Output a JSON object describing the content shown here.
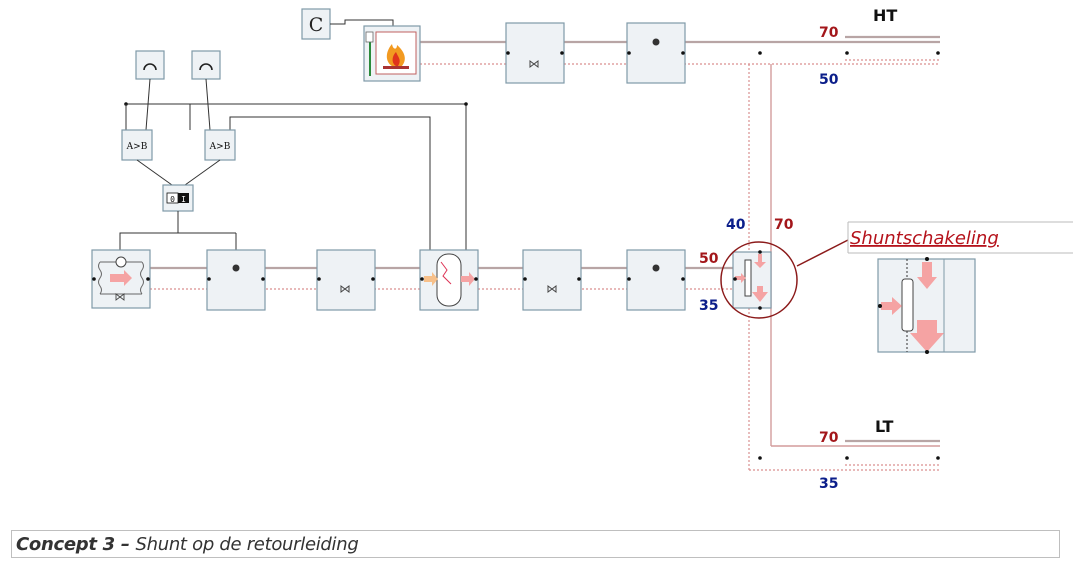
{
  "labels": {
    "ht": "HT",
    "lt": "LT",
    "control_c": "C",
    "comparator_a": "A>B",
    "comparator_b": "A>B",
    "switch_left": "0",
    "switch_right": "I",
    "shunt_title": "Shuntschakeling"
  },
  "temperatures": {
    "ht_supply": "70",
    "ht_return": "50",
    "shunt_in_left": "40",
    "shunt_in_right": "70",
    "shunt_out_supply": "50",
    "shunt_out_return": "35",
    "lt_supply": "70",
    "lt_return": "35"
  },
  "caption": {
    "bold": "Concept 3 – ",
    "rest": "Shunt op de retourleiding"
  },
  "colors": {
    "supply_pipe": "#b8a5a5",
    "return_pipe": "#d98f8f",
    "hot_label": "#a3161a",
    "cold_label": "#0b1e8a",
    "box_fill": "#eef2f5",
    "box_border": "#7f9aa8",
    "flow_arrow": "#f5a3a3",
    "highlight_circle": "#a3161a"
  },
  "icons": {
    "boiler": "boiler-flame-icon",
    "heat_pump": "heat-pump-icon",
    "pump": "pump-icon",
    "valve": "valve-icon",
    "buffer_tank": "buffer-tank-icon",
    "sensor": "temperature-sensor-icon",
    "shunt": "shunt-icon"
  }
}
